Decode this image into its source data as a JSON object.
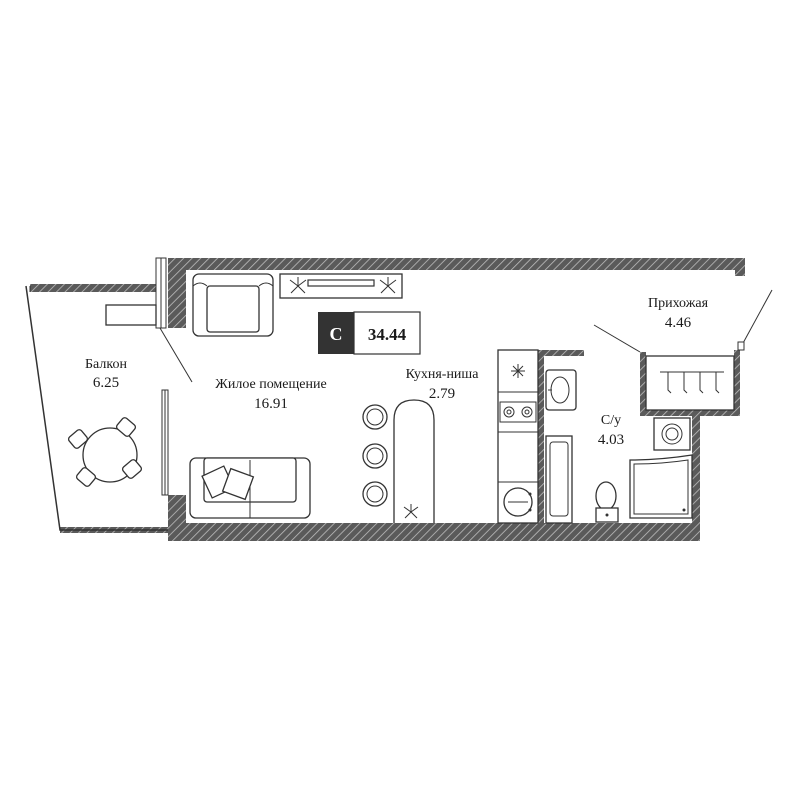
{
  "apartment": {
    "type_letter": "С",
    "total_area": "34.44"
  },
  "rooms": [
    {
      "id": "balcony",
      "name": "Балкон",
      "area": "6.25"
    },
    {
      "id": "living",
      "name": "Жилое помещение",
      "area": "16.91"
    },
    {
      "id": "kitchen",
      "name": "Кухня-ниша",
      "area": "2.79"
    },
    {
      "id": "hallway",
      "name": "Прихожая",
      "area": "4.46"
    },
    {
      "id": "bathroom",
      "name": "С/у",
      "area": "4.03"
    }
  ],
  "colors": {
    "wall": "#4a4a4a",
    "badge": "#333333",
    "line": "#333333"
  }
}
